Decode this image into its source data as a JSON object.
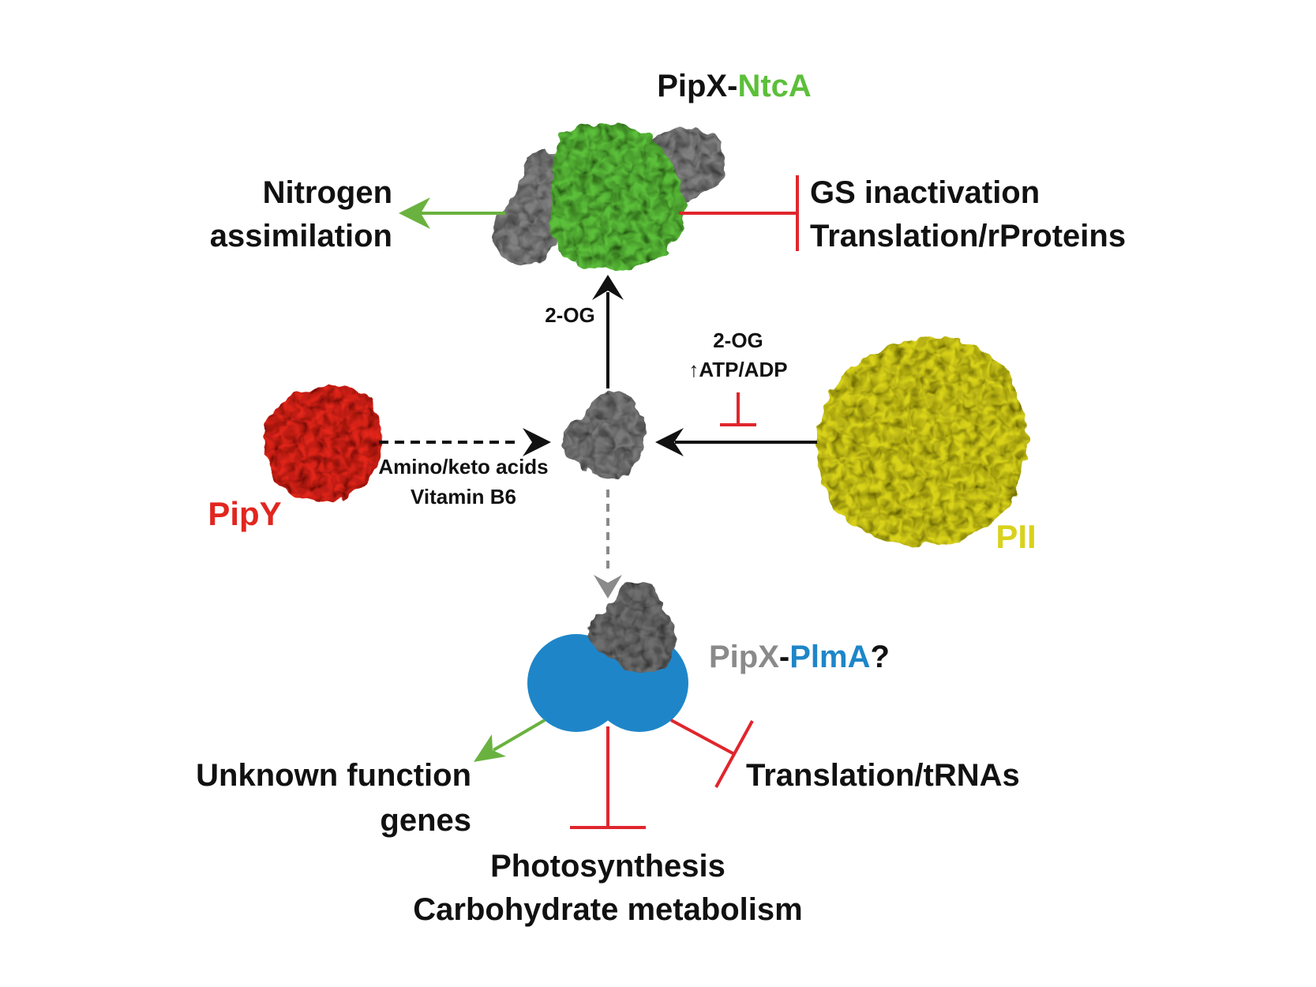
{
  "colors": {
    "activation": "#6ab23f",
    "repression": "#e0262d",
    "black": "#111111",
    "gray_arrow": "#8a8a8a",
    "pipx_gray": "#7a7a7a",
    "ntca_green": "#5cbf3a",
    "pipy_red": "#e1261f",
    "pii_yellow": "#d8d21d",
    "plma_blue": "#1e86c8"
  },
  "complex_top": {
    "part1": "PipX-",
    "part2": "NtcA"
  },
  "nitrogen": {
    "line1": "Nitrogen",
    "line2": "assimilation"
  },
  "gs": {
    "line1": "GS inactivation",
    "line2": "Translation/rProteins"
  },
  "effector_2og_up": "2-OG",
  "pii_effectors": {
    "line1": "2-OG",
    "line2": "↑ATP/ADP"
  },
  "pipy_effectors": {
    "line1": "Amino/keto acids",
    "line2": "Vitamin B6"
  },
  "proteins": {
    "pipy": "PipY",
    "pii": "PII"
  },
  "complex_bottom": {
    "part1": "PipX",
    "part2": "-",
    "part3": "PlmA",
    "part4": "?"
  },
  "outputs": {
    "unknown_line1": "Unknown function",
    "unknown_line2": "genes",
    "translation": "Translation/tRNAs",
    "photo_line1": "Photosynthesis",
    "photo_line2": "Carbohydrate metabolism"
  }
}
